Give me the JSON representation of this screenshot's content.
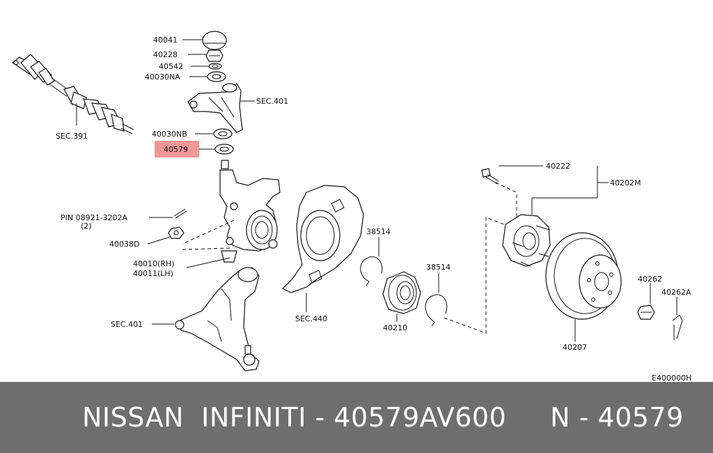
{
  "diagram": {
    "ref_code": "E400000H",
    "highlight_color": "#f08b8b",
    "labels": {
      "p40041": "40041",
      "p40228": "40228",
      "p40542": "40542",
      "p40030na": "40030NA",
      "sec401_top": "SEC.401",
      "p40030nb": "40030NB",
      "p40579": "40579",
      "sec391": "SEC.391",
      "pin_line1": "PIN 08921-3202A",
      "pin_line2": "(2)",
      "p40038d": "40038D",
      "p40010": "40010(RH)",
      "p40011": "40011(LH)",
      "sec401_bottom": "SEC.401",
      "p38514_a": "38514",
      "p38514_b": "38514",
      "sec440": "SEC.440",
      "p40210": "40210",
      "p40222": "40222",
      "p40202m": "40202M",
      "p40262": "40262",
      "p40262a": "40262A",
      "p40207": "40207"
    }
  },
  "caption": {
    "text": "NISSAN  INFINITI - 40579AV600     N - 40579"
  }
}
